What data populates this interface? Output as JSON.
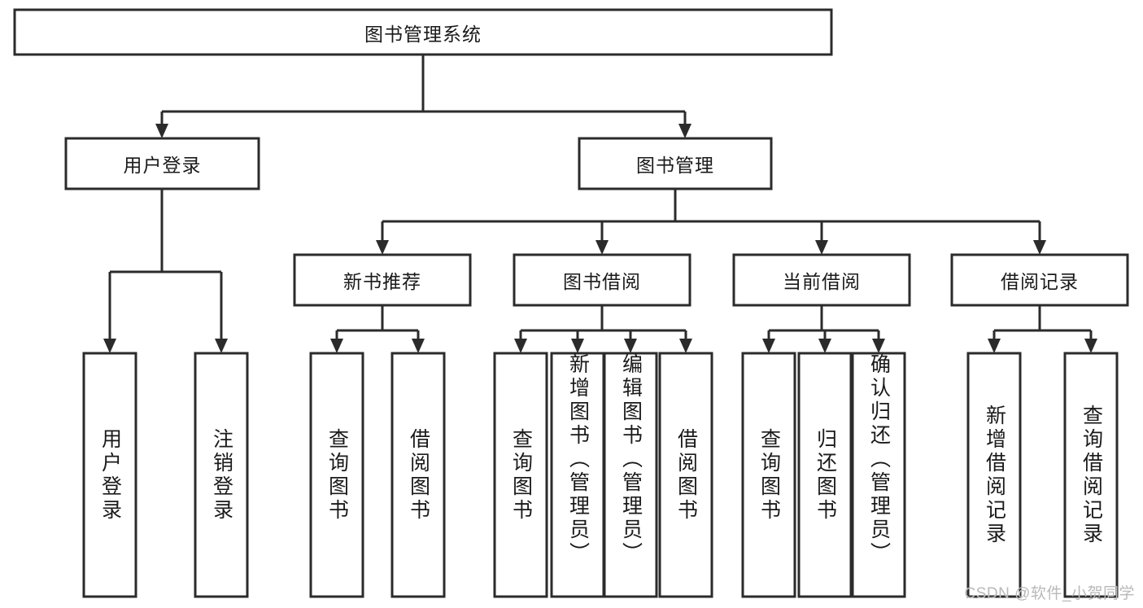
{
  "diagram": {
    "type": "tree-hierarchy",
    "title": "图书管理系统",
    "watermark": "CSDN @软件_小贺同学",
    "colors": {
      "stroke": "#2b2b2b",
      "box_fill": "#ffffff",
      "text": "#1a1a1a",
      "background": "#ffffff",
      "watermark": "#b9b9b9"
    },
    "root": {
      "label": "图书管理系统",
      "orientation": "horizontal"
    },
    "level2": [
      {
        "label": "用户登录",
        "orientation": "horizontal"
      },
      {
        "label": "图书管理",
        "orientation": "horizontal"
      }
    ],
    "level3": [
      {
        "label": "新书推荐",
        "orientation": "horizontal"
      },
      {
        "label": "图书借阅",
        "orientation": "horizontal"
      },
      {
        "label": "当前借阅",
        "orientation": "horizontal"
      },
      {
        "label": "借阅记录",
        "orientation": "horizontal"
      }
    ],
    "leaves": {
      "user_login": [
        {
          "label": "用户登录",
          "orientation": "vertical"
        },
        {
          "label": "注销登录",
          "orientation": "vertical"
        }
      ],
      "new_book_recommend": [
        {
          "label": "查询图书",
          "orientation": "vertical"
        },
        {
          "label": "借阅图书",
          "orientation": "vertical"
        }
      ],
      "book_borrow": [
        {
          "label": "查询图书",
          "orientation": "vertical"
        },
        {
          "label": "新增图书（管理员）",
          "orientation": "vertical"
        },
        {
          "label": "编辑图书（管理员）",
          "orientation": "vertical"
        },
        {
          "label": "借阅图书",
          "orientation": "vertical"
        }
      ],
      "current_borrow": [
        {
          "label": "查询图书",
          "orientation": "vertical"
        },
        {
          "label": "归还图书",
          "orientation": "vertical"
        },
        {
          "label": "确认归还（管理员）",
          "orientation": "vertical"
        }
      ],
      "borrow_record": [
        {
          "label": "新增借阅记录",
          "orientation": "vertical"
        },
        {
          "label": "查询借阅记录",
          "orientation": "vertical"
        }
      ]
    }
  }
}
